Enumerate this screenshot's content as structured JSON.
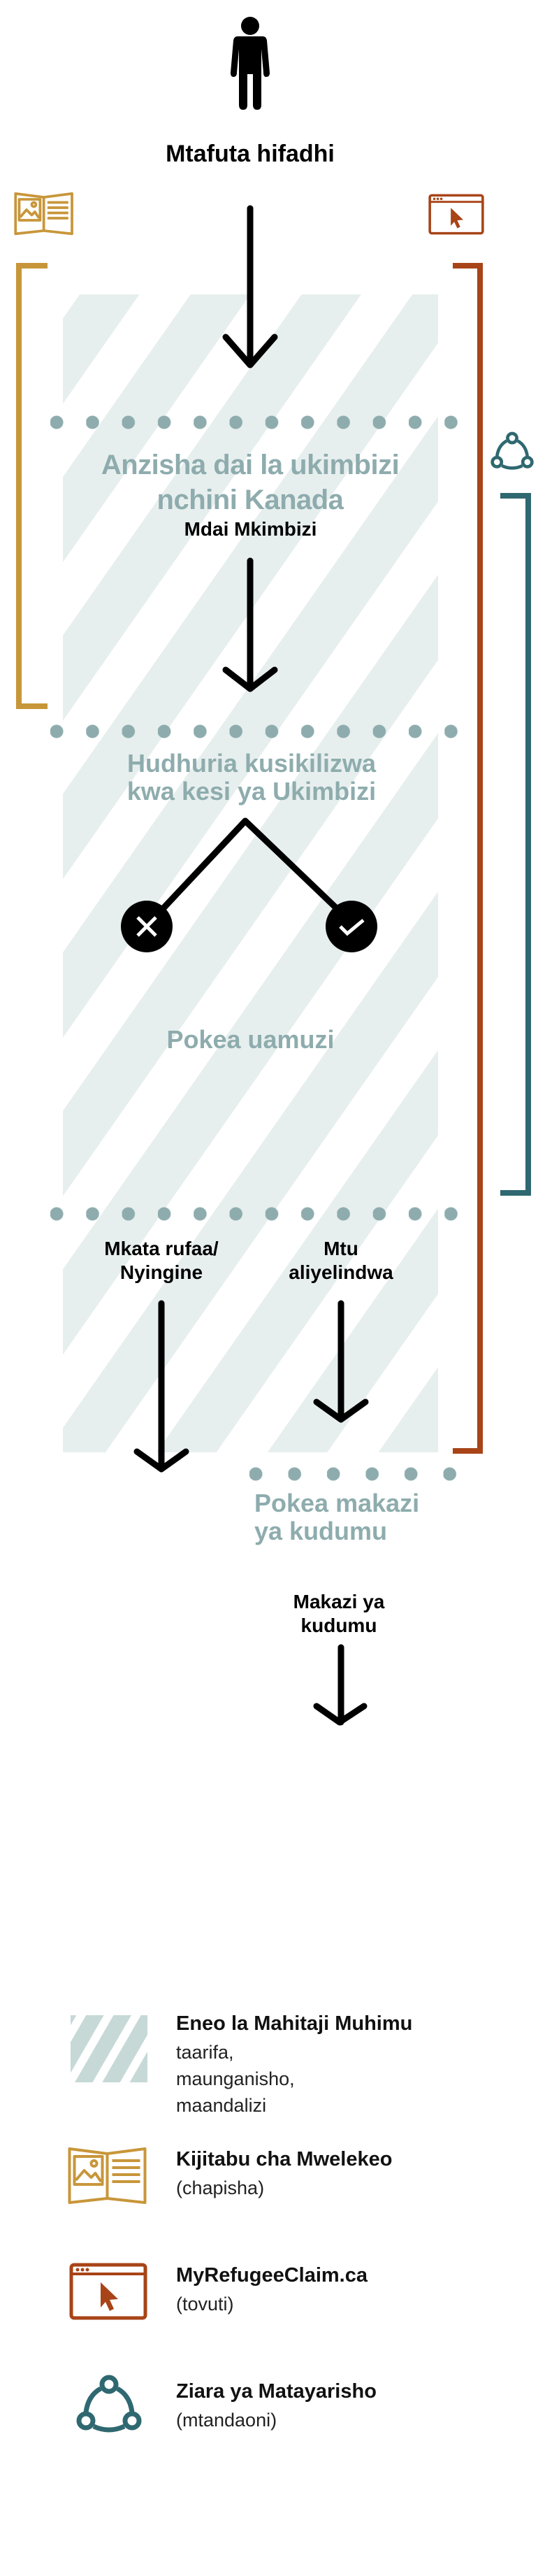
{
  "colors": {
    "gold": "#c8963a",
    "orange": "#a84418",
    "teal": "#2f6870",
    "gray_text": "#8eacad",
    "stripe": "#e7efee"
  },
  "flow": {
    "start_label": "Mtafuta hifadhi",
    "stage1": {
      "title": "Anzisha dai la ukimbizi nchini Kanada",
      "title_line1": "Anzisha dai la ukimbizi",
      "title_line2": "nchini Kanada",
      "role": "Mdai Mkimbizi"
    },
    "stage2": {
      "title_line1": "Hudhuria kusikilizwa",
      "title_line2": "kwa kesi ya Ukimbizi"
    },
    "stage3": {
      "title": "Pokea uamuzi"
    },
    "outcomes": {
      "left_line1": "Mkata rufaa/",
      "left_line2": "Nyingine",
      "right_line1": "Mtu",
      "right_line2": "aliyelindwa"
    },
    "stage4": {
      "title_line1": "Pokea makazi",
      "title_line2": "ya kudumu"
    },
    "end_line1": "Makazi ya",
    "end_line2": "kudumu"
  },
  "legend": [
    {
      "icon": "stripes-icon",
      "title": "Eneo la Mahitaji Muhimu",
      "lines": [
        "taarifa,",
        "maunganisho,",
        "maandalizi"
      ]
    },
    {
      "icon": "guidebook-icon",
      "title": "Kijitabu cha Mwelekeo",
      "lines": [
        "(chapisha)"
      ]
    },
    {
      "icon": "website-icon",
      "title": "MyRefugeeClaim.ca",
      "lines": [
        "(tovuti)"
      ]
    },
    {
      "icon": "network-icon",
      "title": "Ziara ya Matayarisho",
      "lines": [
        "(mtandaoni)"
      ]
    }
  ]
}
